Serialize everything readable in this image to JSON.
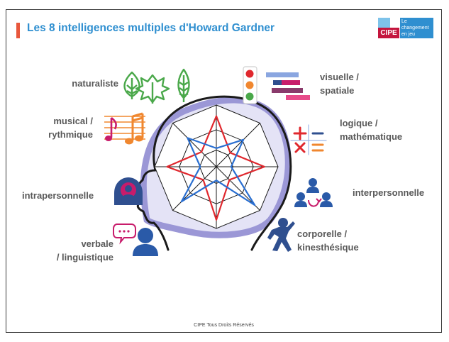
{
  "header": {
    "title": "Les 8 intelligences multiples d'Howard Gardner"
  },
  "logo": {
    "brand": "CIPE",
    "tagline_1": "Le",
    "tagline_2": "changement",
    "tagline_3": "en jeu"
  },
  "intelligences": {
    "naturaliste": "naturaliste",
    "musical_1": "musical /",
    "musical_2": "rythmique",
    "intrapersonnelle": "intrapersonnelle",
    "verbale_1": "verbale",
    "verbale_2": "/ linguistique",
    "visuelle_1": "visuelle /",
    "visuelle_2": "spatiale",
    "logique_1": "logique /",
    "logique_2": "mathématique",
    "interpersonnelle": "interpersonnelle",
    "corporelle_1": "corporelle /",
    "corporelle_2": "kinesthésique"
  },
  "icons": {
    "naturaliste": "leaves-icon",
    "musical": "music-notes-icon",
    "intrapersonnelle": "self-reflection-icon",
    "verbale": "speech-bubble-icon",
    "visuelle": "bar-chart-icon",
    "logique": "math-operators-icon",
    "interpersonnelle": "people-exchange-icon",
    "corporelle": "dancing-person-icon"
  },
  "colors": {
    "title": "#2f8fd0",
    "accent": "#e8573c",
    "head_outline": "#1a1a1a",
    "brain_halo": "#9b97d6",
    "red_profile": "#e0282e",
    "blue_profile": "#2a6fd1",
    "green": "#4aa84a",
    "orange": "#f0872f",
    "magenta": "#c81c6b",
    "navy": "#2f4f8f"
  },
  "footer": {
    "text": "CIPE Tous Droits Réservés"
  }
}
